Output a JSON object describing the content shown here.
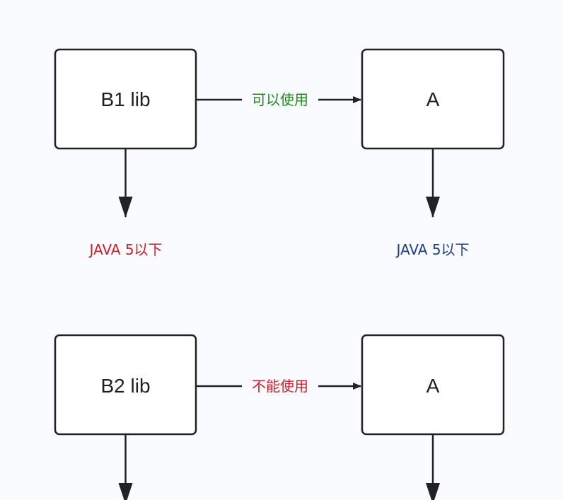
{
  "diagram": {
    "top": {
      "left_box": {
        "label": "B1 lib"
      },
      "right_box": {
        "label": "A"
      },
      "edge_label": "可以使用",
      "left_version": "JAVA 5以下",
      "right_version": "JAVA 5以下"
    },
    "bottom": {
      "left_box": {
        "label": "B2 lib"
      },
      "right_box": {
        "label": "A"
      },
      "edge_label": "不能使用"
    }
  },
  "colors": {
    "box_stroke": "#222222",
    "box_fill": "#ffffff",
    "arrow": "#222222",
    "edge_allowed": "#1e8a1e",
    "edge_denied": "#d0202f",
    "version_left": "#c8202c",
    "version_right": "#1d3f8a"
  }
}
